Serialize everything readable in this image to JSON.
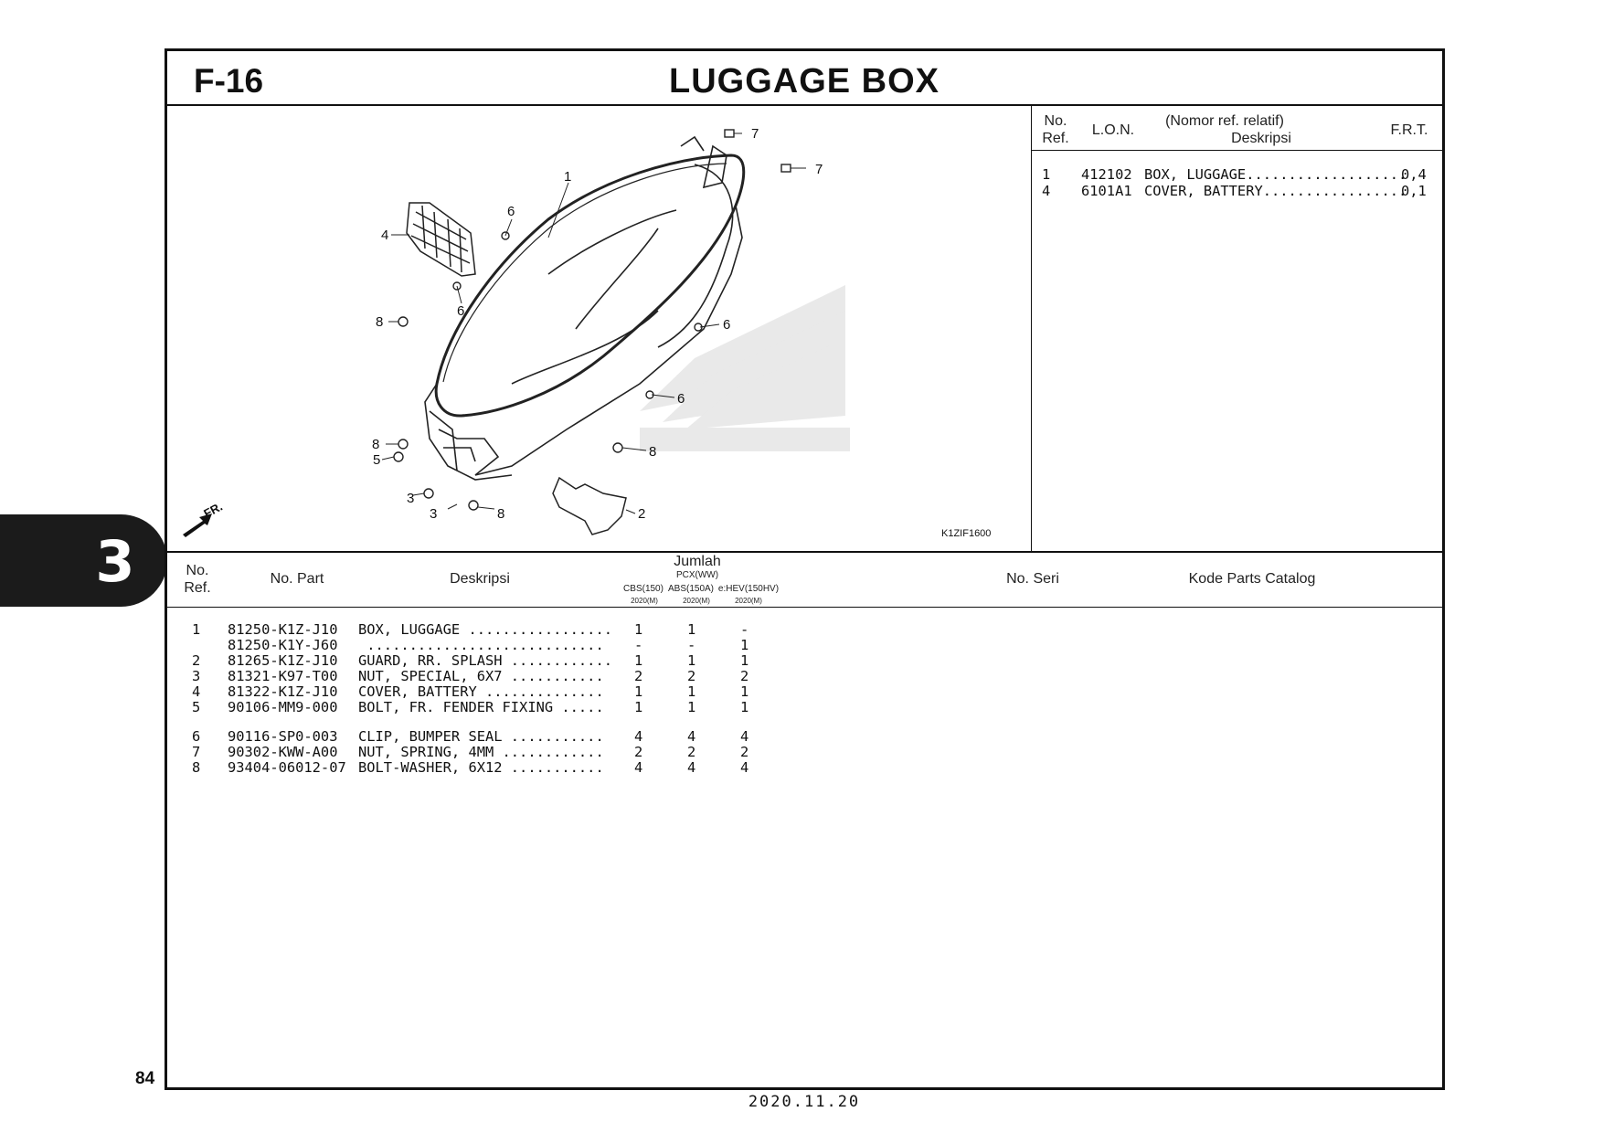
{
  "figure": {
    "code": "F-16",
    "title": "LUGGAGE BOX",
    "illustration_code": "K1ZIF1600",
    "direction_label": "FR."
  },
  "section_tab": "3",
  "page_number": "84",
  "print_date": "2020.11.20",
  "ref_table": {
    "headers": {
      "no_ref": "No.\nRef.",
      "lon": "L.O.N.",
      "relative": "(Nomor ref. relatif)",
      "description": "Deskripsi",
      "frt": "F.R.T."
    },
    "rows": [
      {
        "ref": "1",
        "lon": "412102",
        "desc": "BOX, LUGGAGE...................",
        "frt": "0,4"
      },
      {
        "ref": "4",
        "lon": "6101A1",
        "desc": "COVER, BATTERY.................",
        "frt": "0,1"
      }
    ]
  },
  "parts_table": {
    "headers": {
      "no_ref": "No.\nRef.",
      "part_no": "No. Part",
      "description": "Deskripsi",
      "quantity": "Jumlah",
      "model": "PCX(WW)",
      "variants": [
        "CBS(150)",
        "ABS(150A)",
        "e:HEV(150HV)"
      ],
      "variant_years": [
        "2020(M)",
        "2020(M)",
        "2020(M)"
      ],
      "serial": "No. Seri",
      "catalog": "Kode Parts Catalog"
    },
    "rows": [
      {
        "ref": "1",
        "part": "81250-K1Z-J10",
        "desc": "BOX, LUGGAGE .................",
        "q": [
          "1",
          "1",
          "-"
        ]
      },
      {
        "ref": "",
        "part": "81250-K1Y-J60",
        "desc": " ............................",
        "q": [
          "-",
          "-",
          "1"
        ]
      },
      {
        "ref": "2",
        "part": "81265-K1Z-J10",
        "desc": "GUARD, RR. SPLASH ............",
        "q": [
          "1",
          "1",
          "1"
        ]
      },
      {
        "ref": "3",
        "part": "81321-K97-T00",
        "desc": "NUT, SPECIAL, 6X7 ...........",
        "q": [
          "2",
          "2",
          "2"
        ]
      },
      {
        "ref": "4",
        "part": "81322-K1Z-J10",
        "desc": "COVER, BATTERY ..............",
        "q": [
          "1",
          "1",
          "1"
        ]
      },
      {
        "ref": "5",
        "part": "90106-MM9-000",
        "desc": "BOLT, FR. FENDER FIXING .....",
        "q": [
          "1",
          "1",
          "1"
        ]
      },
      {
        "ref": "6",
        "part": "90116-SP0-003",
        "desc": "CLIP, BUMPER SEAL ...........",
        "q": [
          "4",
          "4",
          "4"
        ]
      },
      {
        "ref": "7",
        "part": "90302-KWW-A00",
        "desc": "NUT, SPRING, 4MM ............",
        "q": [
          "2",
          "2",
          "2"
        ]
      },
      {
        "ref": "8",
        "part": "93404-06012-07",
        "desc": "BOLT-WASHER, 6X12 ...........",
        "q": [
          "4",
          "4",
          "4"
        ]
      }
    ]
  },
  "callouts": [
    "1",
    "2",
    "3",
    "3",
    "4",
    "5",
    "6",
    "6",
    "6",
    "6",
    "7",
    "7",
    "8",
    "8",
    "8",
    "8"
  ]
}
